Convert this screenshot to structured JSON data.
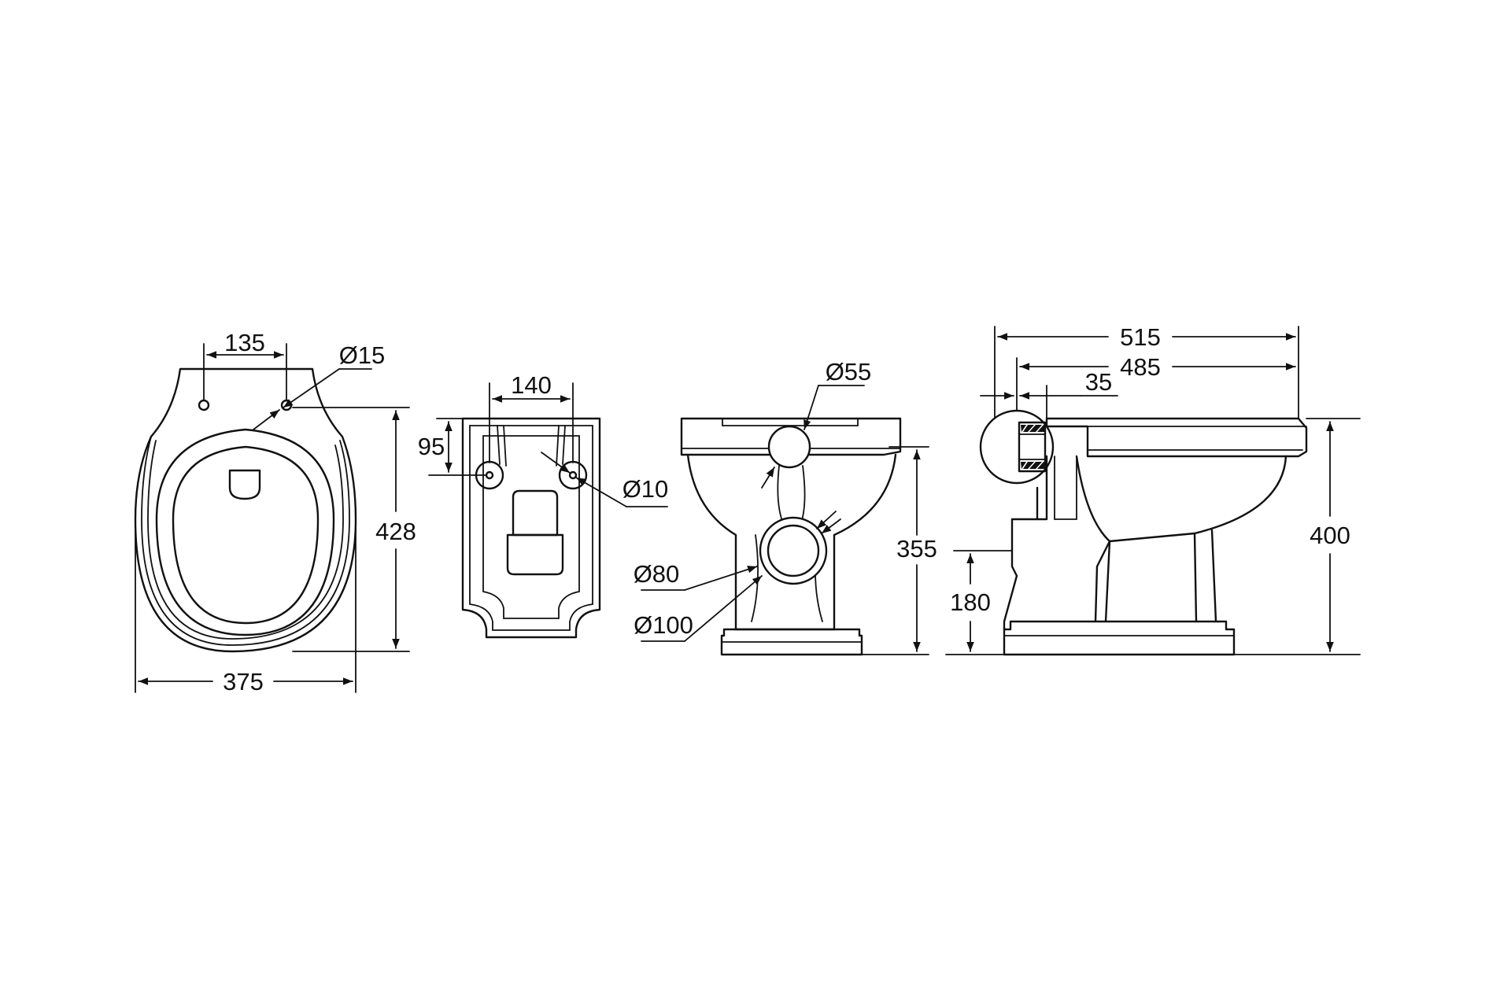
{
  "colors": {
    "line": "#111111",
    "background": "#ffffff"
  },
  "view_top": {
    "hole_spacing": "135",
    "hole_diameter": "Ø15",
    "width": "375",
    "depth": "428"
  },
  "view_bottom": {
    "width": "140",
    "offset": "95",
    "hole_diameter": "Ø10"
  },
  "view_rear": {
    "inlet_diameter": "Ø55",
    "outlet_inner": "Ø80",
    "outlet_outer": "Ø100",
    "inlet_height": "355"
  },
  "view_side": {
    "overall_length": "515",
    "body_length": "485",
    "inlet_offset": "35",
    "height": "400",
    "outlet_height": "180"
  }
}
